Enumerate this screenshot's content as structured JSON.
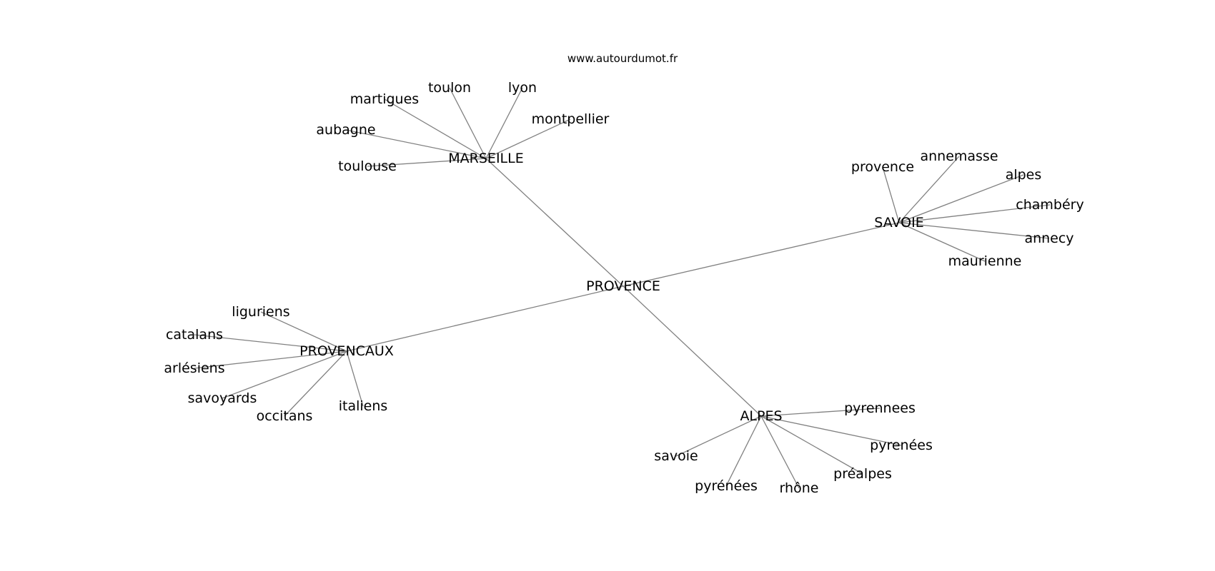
{
  "watermark": "www.autourdumot.fr",
  "graph": {
    "root": "PROVENCE",
    "hubs": [
      {
        "label": "MARSEILLE",
        "leaves": [
          "toulon",
          "lyon",
          "martigues",
          "montpellier",
          "aubagne",
          "toulouse"
        ]
      },
      {
        "label": "SAVOIE",
        "leaves": [
          "provence",
          "annemasse",
          "alpes",
          "chambéry",
          "annecy",
          "maurienne"
        ]
      },
      {
        "label": "PROVENCAUX",
        "leaves": [
          "liguriens",
          "catalans",
          "arlésiens",
          "savoyards",
          "occitans",
          "italiens"
        ]
      },
      {
        "label": "ALPES",
        "leaves": [
          "pyrennees",
          "pyrenées",
          "préalpes",
          "rhône",
          "pyrénées",
          "savoie"
        ]
      }
    ]
  }
}
